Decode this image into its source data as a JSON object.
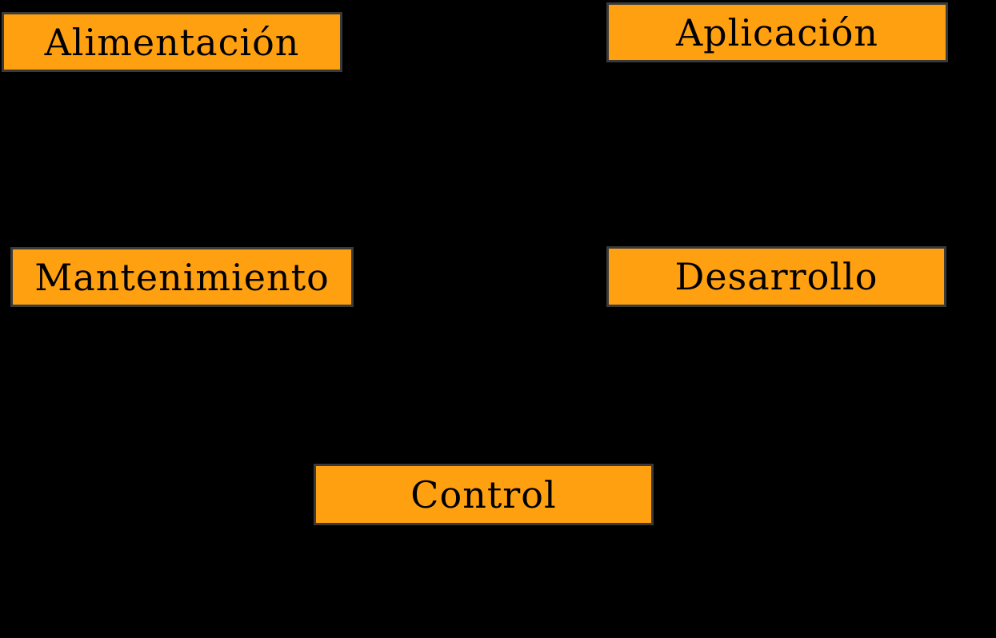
{
  "diagram": {
    "background_color": "#000000",
    "node_fill_color": "#FFA010",
    "node_border_color": "#3A3A3A",
    "node_text_color": "#000000",
    "nodes": [
      {
        "id": "alimentacion",
        "label": "Alimentación"
      },
      {
        "id": "aplicacion",
        "label": "Aplicación"
      },
      {
        "id": "mantenimiento",
        "label": "Mantenimiento"
      },
      {
        "id": "desarrollo",
        "label": "Desarrollo"
      },
      {
        "id": "control",
        "label": "Control"
      }
    ]
  }
}
